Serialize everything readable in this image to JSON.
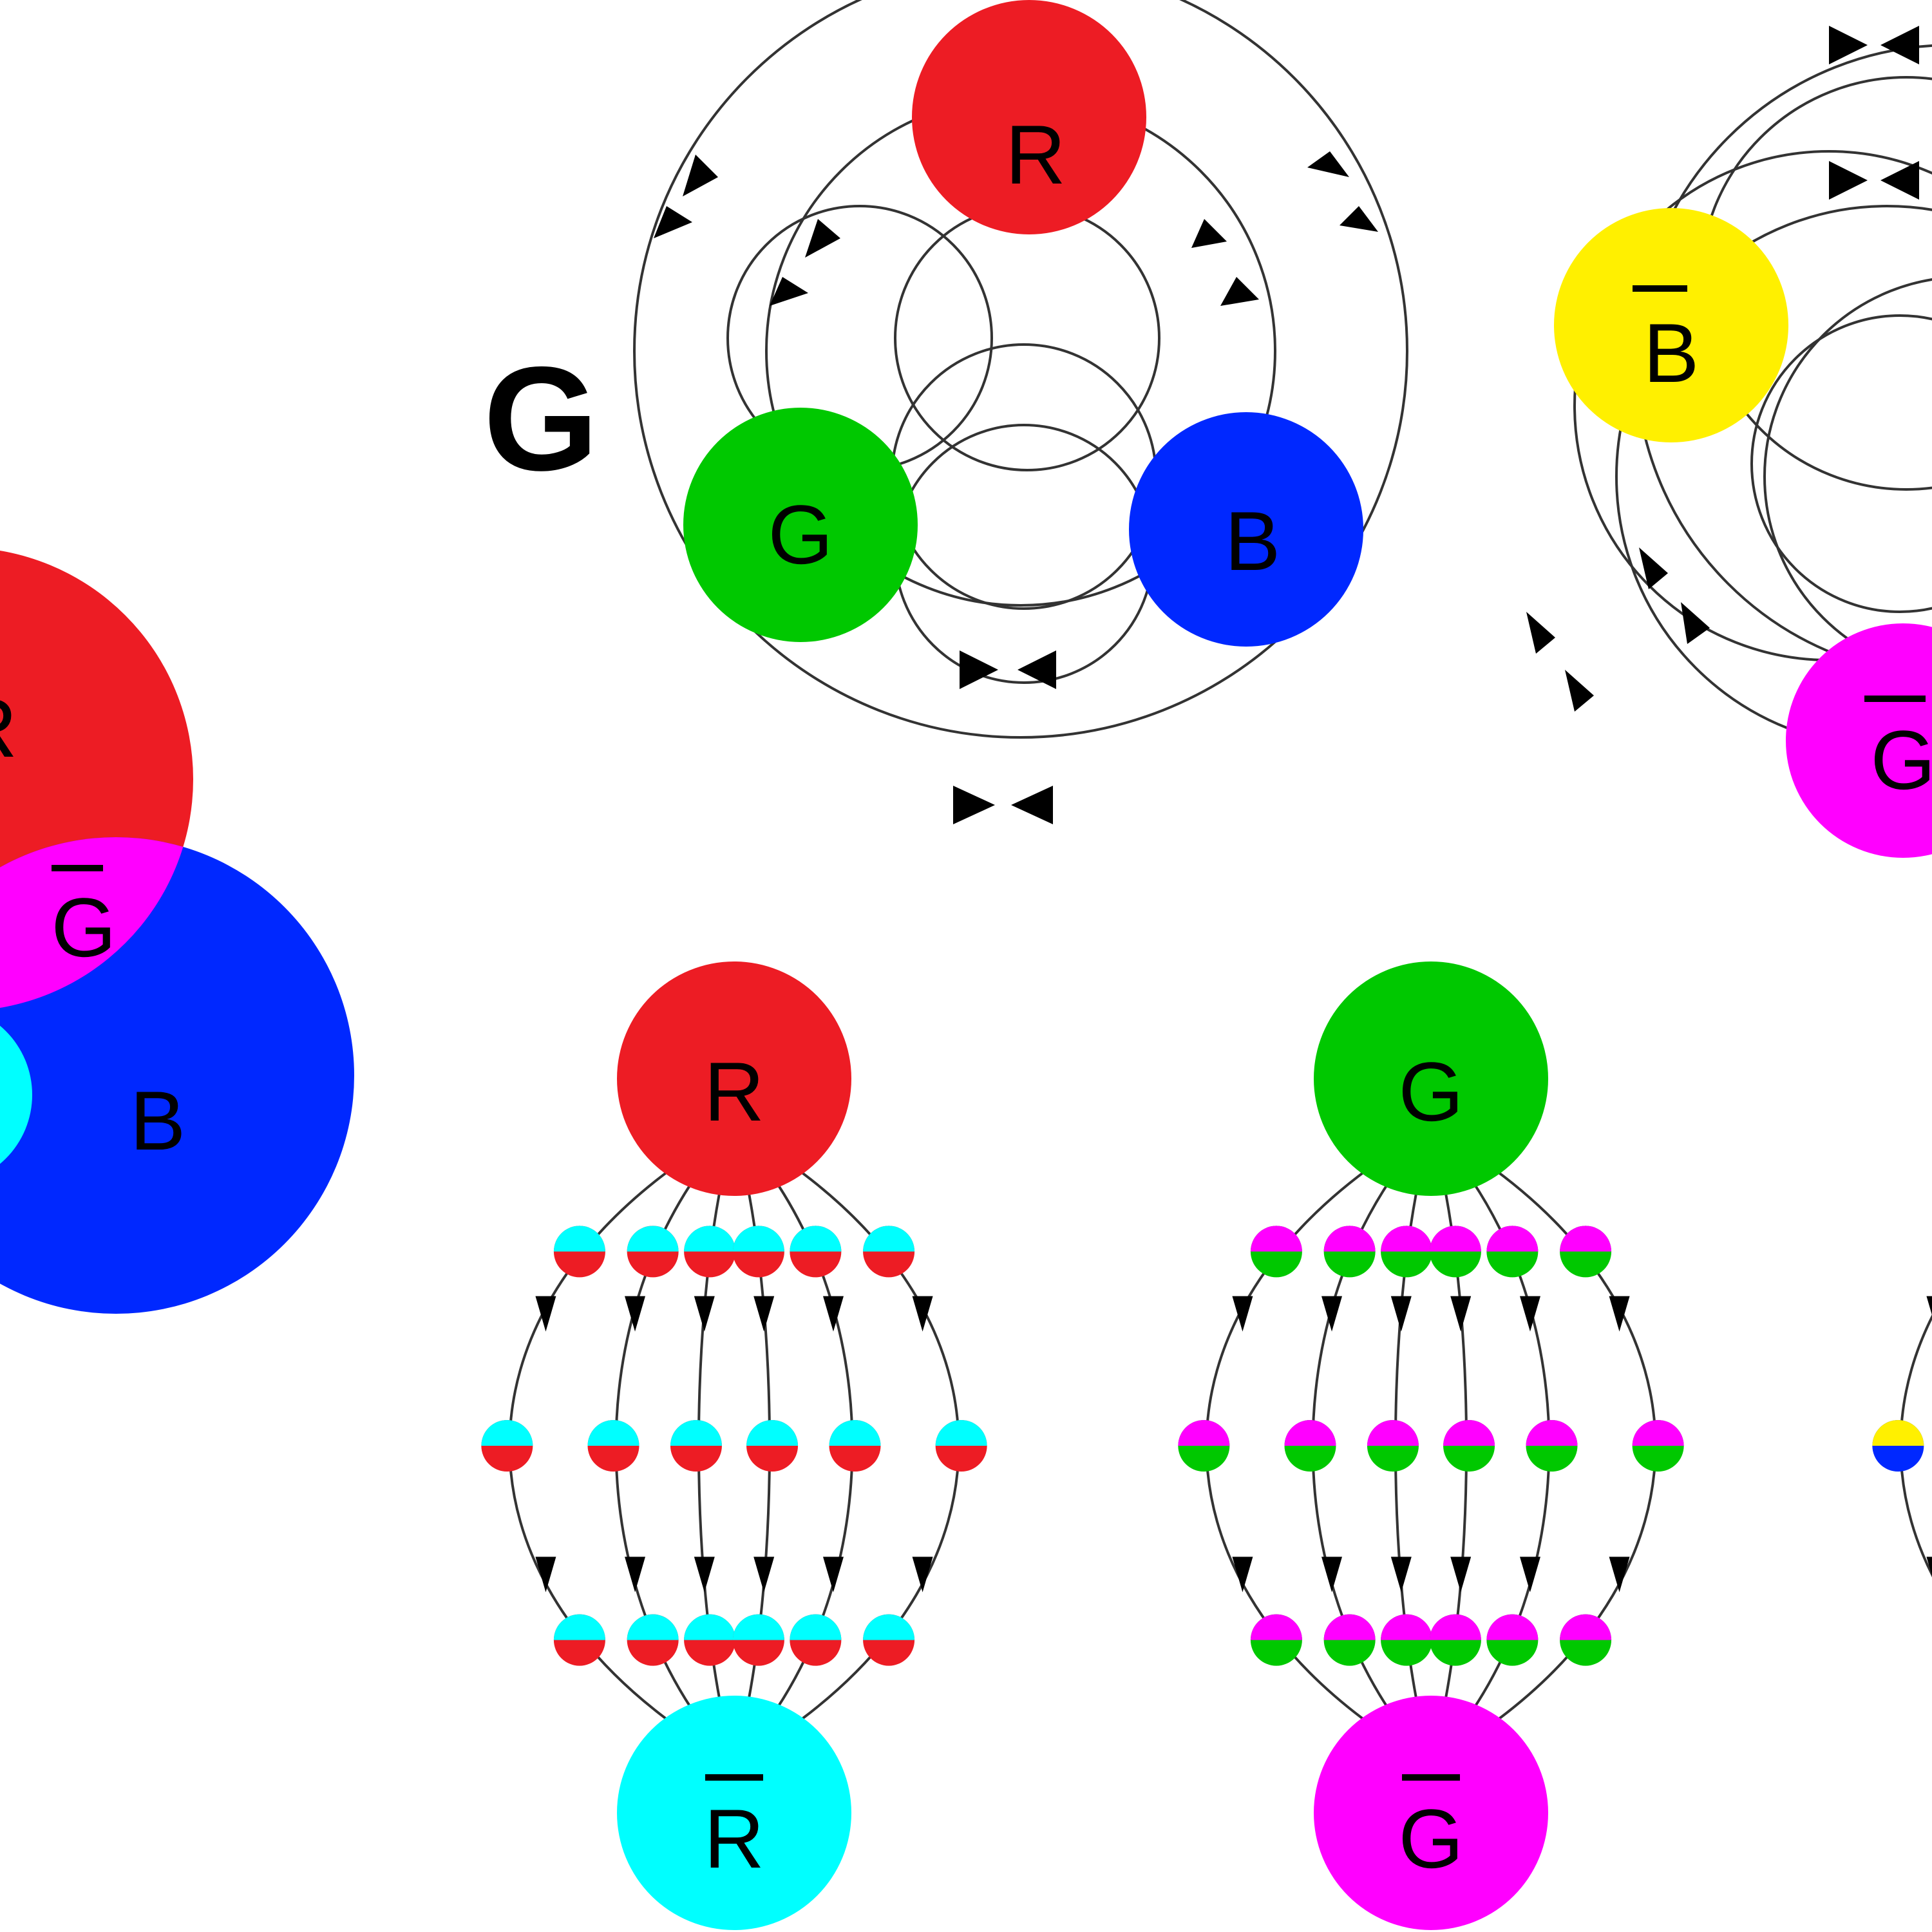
{
  "colors": {
    "red": "#ed1c24",
    "green": "#00c800",
    "blue": "#0028ff",
    "cyan": "#00ffff",
    "magenta": "#ff00ff",
    "yellow": "#fff000",
    "edge": "#333333"
  },
  "venn": {
    "regions": [
      {
        "label": "R",
        "color": "red"
      },
      {
        "label": "G",
        "color": "magenta",
        "bar": true
      },
      {
        "label": "B",
        "color": "blue"
      }
    ]
  },
  "network_top": {
    "heading": "G",
    "nodes": [
      {
        "label": "R",
        "color": "red"
      },
      {
        "label": "G",
        "color": "green"
      },
      {
        "label": "B",
        "color": "blue"
      }
    ]
  },
  "network_anti": {
    "nodes": [
      {
        "label": "B",
        "color": "yellow",
        "bar": true
      },
      {
        "label": "G",
        "color": "magenta",
        "bar": true
      }
    ]
  },
  "chains": [
    {
      "top": {
        "label": "R",
        "color": "red"
      },
      "bottom": {
        "label": "R",
        "color": "cyan",
        "bar": true
      },
      "gluon_colors": [
        "cyan",
        "red"
      ]
    },
    {
      "top": {
        "label": "G",
        "color": "green"
      },
      "bottom": {
        "label": "G",
        "color": "magenta",
        "bar": true
      },
      "gluon_colors": [
        "magenta",
        "green"
      ]
    },
    {
      "top": {
        "label": "",
        "color": "blue"
      },
      "bottom": {
        "label": "",
        "color": "yellow",
        "bar": true
      },
      "gluon_colors": [
        "yellow",
        "blue"
      ]
    }
  ]
}
